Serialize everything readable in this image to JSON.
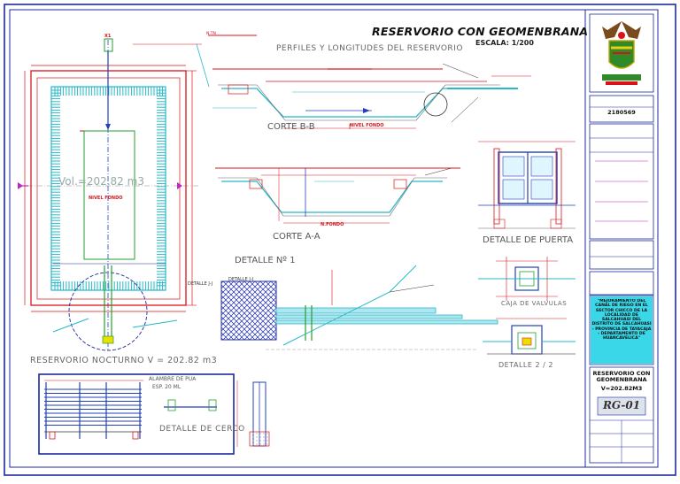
{
  "sheet": {
    "title": "RESERVORIO CON GEOMENBRANA",
    "scale": "ESCALA: 1/200"
  },
  "views": {
    "profiles": "PERFILES Y LONGITUDES DEL RESERVORIO",
    "cut_bb": "CORTE B-B",
    "cut_aa": "CORTE A-A",
    "door": "DETALLE DE PUERTA",
    "detail1": "DETALLE Nº 1",
    "detail_jj": "DETALLE J-J",
    "valve_box": "CAJA DE VALVULAS",
    "detail22": "DETALLE 2 / 2",
    "reservoir": "RESERVORIO NOCTURNO V = 202.82 m3",
    "fence": "DETALLE DE CERCO",
    "fence_wire": "ALAMBRE DE PUA",
    "fence_spacing": "ESP. 20 ML"
  },
  "labels": {
    "volume": "Vol.=202.82 m3",
    "floor": "NIVEL FONDO",
    "n_floor": "N.FONDO",
    "nivel_fondo_pl": "NIVEL FONDO"
  },
  "titleblock": {
    "project_desc": "\"MEJORAMIENTO DEL CANAL DE RIEGO EN EL SECTOR CHICCO DE LA LOCALIDAD DE SALCAHUASI DEL DISTRITO DE SALCAHUASI - PROVINCIA DE TAYACAJA - DEPARTAMENTO DE HUANCAVELICA\"",
    "plan_title": "RESERVORIO CON GEOMENBRANA",
    "plan_volume": "V=202.82M3",
    "plan_code": "RG-01",
    "code_number": "2180569"
  },
  "colors": {
    "border": "#1c2b9c",
    "red": "#d8141b",
    "cyan": "#28b8c8",
    "blue": "#2240b8",
    "green": "#23a02a",
    "magenta": "#c026c0",
    "desc_bg": "#39d7e8",
    "code_bg": "#dde3ea"
  },
  "icons": {
    "crest": "municipal-crest-icon"
  }
}
